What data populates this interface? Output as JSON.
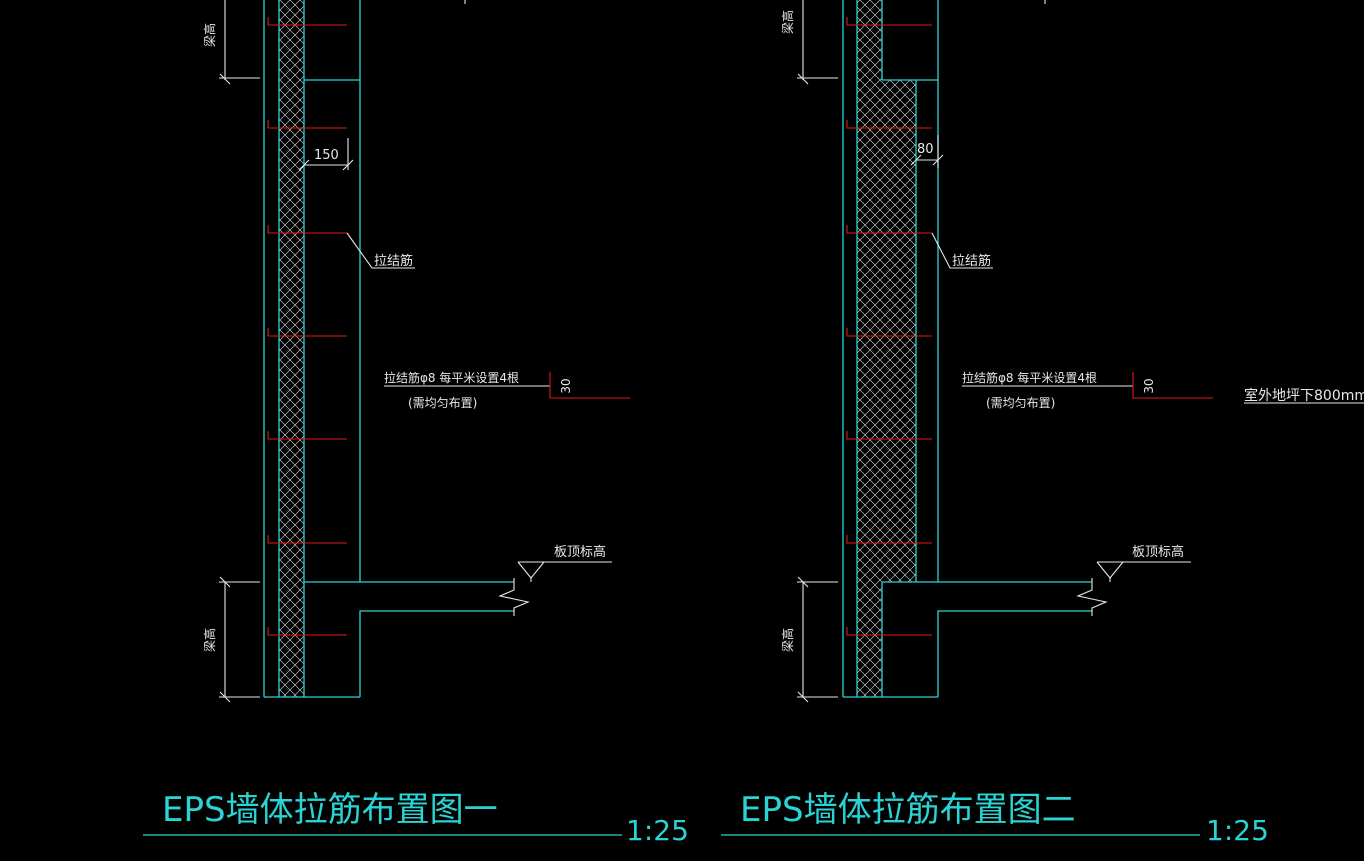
{
  "drawing_1": {
    "title": "EPS墙体拉筋布置图一",
    "scale": "1:25",
    "dim_thickness": "150",
    "label_tie": "拉结筋",
    "note_line1": "拉结筋φ8 每平米设置4根",
    "note_line2": "(需均匀布置)",
    "dim_offset": "30",
    "label_slab_top": "板顶标高",
    "label_beam_top": "梁高",
    "label_beam_bottom": "梁高"
  },
  "drawing_2": {
    "title": "EPS墙体拉筋布置图二",
    "scale": "1:25",
    "dim_thickness": "80",
    "label_tie": "拉结筋",
    "note_line1": "拉结筋φ8 每平米设置4根",
    "note_line2": "(需均匀布置)",
    "dim_offset": "30",
    "label_slab_top": "板顶标高",
    "label_beam_top": "梁高",
    "label_beam_bottom": "梁高",
    "label_ground": "室外地坪下800mm"
  },
  "colors": {
    "background": "#000000",
    "outline": "#2ad4d4",
    "annotation": "#e8e8e8",
    "rebar": "#e01818"
  }
}
